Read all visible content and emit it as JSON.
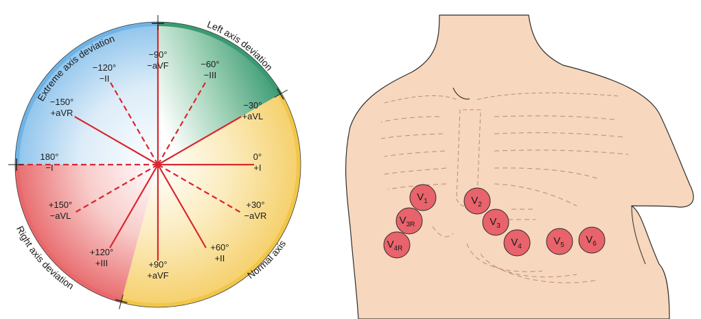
{
  "axis_wheel": {
    "regions": [
      {
        "id": "extreme",
        "label": "Extreme axis deviation",
        "color": "#6fb3e6"
      },
      {
        "id": "left",
        "label": "Left axis deviation",
        "color": "#3a9a72"
      },
      {
        "id": "normal",
        "label": "Normal axis",
        "color": "#f2c64a"
      },
      {
        "id": "right",
        "label": "Right axis deviation",
        "color": "#e8696c"
      }
    ],
    "leads": [
      {
        "angle": "−90°",
        "lead": "−aVF"
      },
      {
        "angle": "−60°",
        "lead": "−III"
      },
      {
        "angle": "−30°",
        "lead": "+aVL"
      },
      {
        "angle": "0°",
        "lead": "+I"
      },
      {
        "angle": "+30°",
        "lead": "−aVR"
      },
      {
        "angle": "+60°",
        "lead": "+II"
      },
      {
        "angle": "+90°",
        "lead": "+aVF"
      },
      {
        "angle": "+120°",
        "lead": "+III"
      },
      {
        "angle": "+150°",
        "lead": "−aVL"
      },
      {
        "angle": "180°",
        "lead": "−I"
      },
      {
        "angle": "−150°",
        "lead": "+aVR"
      },
      {
        "angle": "−120°",
        "lead": "−II"
      }
    ],
    "line_color": "#d8262e"
  },
  "chest": {
    "skin_color": "#f7d7bd",
    "electrodes": [
      {
        "main": "V",
        "sub": "1"
      },
      {
        "main": "V",
        "sub": "2"
      },
      {
        "main": "V",
        "sub": "3R"
      },
      {
        "main": "V",
        "sub": "3"
      },
      {
        "main": "V",
        "sub": "4R"
      },
      {
        "main": "V",
        "sub": "4"
      },
      {
        "main": "V",
        "sub": "5"
      },
      {
        "main": "V",
        "sub": "6"
      }
    ],
    "electrode_color": "#e8636b"
  }
}
